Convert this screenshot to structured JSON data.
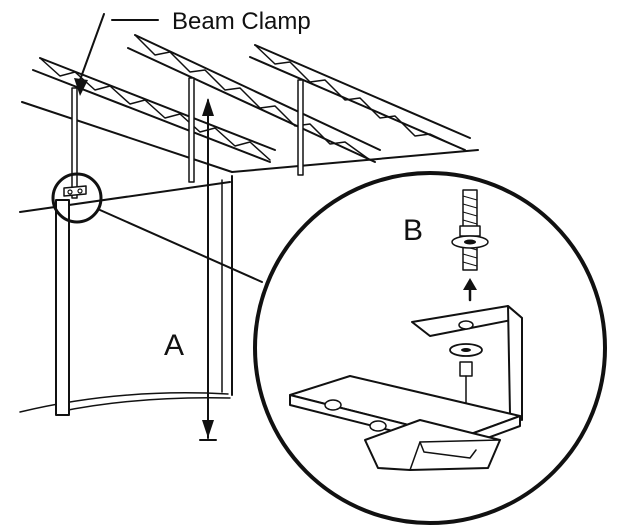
{
  "labels": {
    "callout": "Beam Clamp",
    "dimension_a": "A",
    "detail_b": "B"
  },
  "colors": {
    "ink": "#111111",
    "paper": "#ffffff"
  }
}
